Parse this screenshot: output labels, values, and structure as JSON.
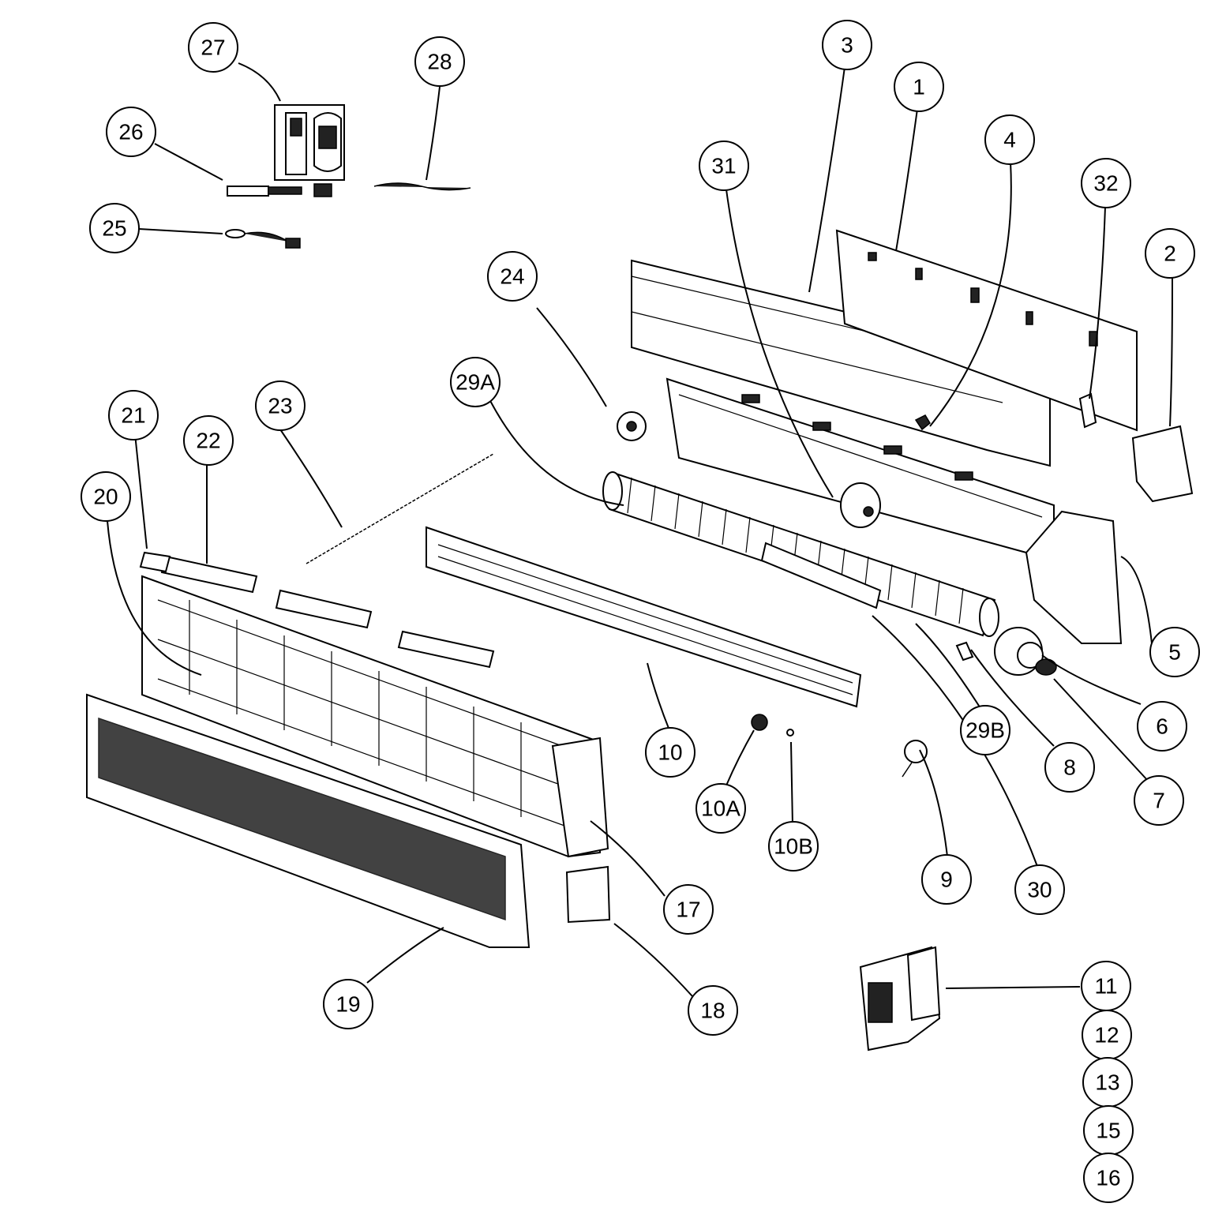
{
  "colors": {
    "line": "#000000",
    "background": "#ffffff"
  },
  "callouts": [
    {
      "id": "c27",
      "label": "27"
    },
    {
      "id": "c28",
      "label": "28"
    },
    {
      "id": "c26",
      "label": "26"
    },
    {
      "id": "c25",
      "label": "25"
    },
    {
      "id": "c3",
      "label": "3"
    },
    {
      "id": "c1",
      "label": "1"
    },
    {
      "id": "c4",
      "label": "4"
    },
    {
      "id": "c31",
      "label": "31"
    },
    {
      "id": "c32",
      "label": "32"
    },
    {
      "id": "c2",
      "label": "2"
    },
    {
      "id": "c24",
      "label": "24"
    },
    {
      "id": "c29A",
      "label": "29A"
    },
    {
      "id": "c21",
      "label": "21"
    },
    {
      "id": "c22",
      "label": "22"
    },
    {
      "id": "c23",
      "label": "23"
    },
    {
      "id": "c20",
      "label": "20"
    },
    {
      "id": "c5",
      "label": "5"
    },
    {
      "id": "c6",
      "label": "6"
    },
    {
      "id": "c29B",
      "label": "29B"
    },
    {
      "id": "c8",
      "label": "8"
    },
    {
      "id": "c7",
      "label": "7"
    },
    {
      "id": "c10",
      "label": "10"
    },
    {
      "id": "c10A",
      "label": "10A"
    },
    {
      "id": "c10B",
      "label": "10B"
    },
    {
      "id": "c9",
      "label": "9"
    },
    {
      "id": "c30",
      "label": "30"
    },
    {
      "id": "c17",
      "label": "17"
    },
    {
      "id": "c18",
      "label": "18"
    },
    {
      "id": "c19",
      "label": "19"
    },
    {
      "id": "c11",
      "label": "11"
    },
    {
      "id": "c12",
      "label": "12"
    },
    {
      "id": "c13",
      "label": "13"
    },
    {
      "id": "c15",
      "label": "15"
    },
    {
      "id": "c16",
      "label": "16"
    }
  ]
}
